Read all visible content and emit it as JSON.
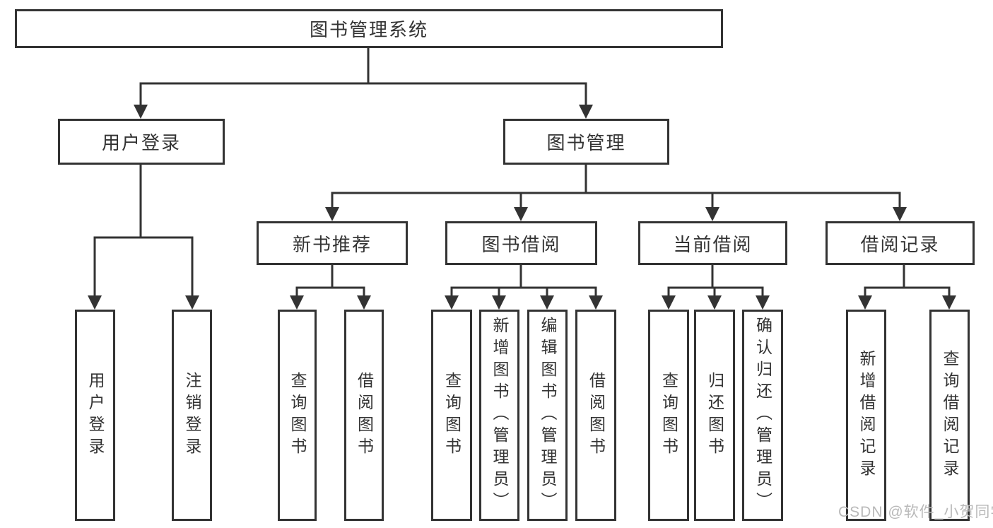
{
  "diagram": {
    "root": {
      "label": "图书管理系统"
    },
    "level2": [
      {
        "label": "用户登录"
      },
      {
        "label": "图书管理"
      }
    ],
    "level3": [
      {
        "label": "新书推荐"
      },
      {
        "label": "图书借阅"
      },
      {
        "label": "当前借阅"
      },
      {
        "label": "借阅记录"
      }
    ],
    "leaves": [
      {
        "label": "用户登录"
      },
      {
        "label": "注销登录"
      },
      {
        "label": "查询图书"
      },
      {
        "label": "借阅图书"
      },
      {
        "label": "查询图书"
      },
      {
        "label": "新增图书（管理员）"
      },
      {
        "label": "编辑图书（管理员）"
      },
      {
        "label": "借阅图书"
      },
      {
        "label": "查询图书"
      },
      {
        "label": "归还图书"
      },
      {
        "label": "确认归还（管理员）"
      },
      {
        "label": "新增借阅记录"
      },
      {
        "label": "查询借阅记录"
      }
    ]
  },
  "watermark": {
    "text": "CSDN @软件_小贺同学"
  },
  "colors": {
    "line": "#333333",
    "text": "#333333",
    "watermark": "#b9b9b9",
    "background": "#ffffff"
  }
}
